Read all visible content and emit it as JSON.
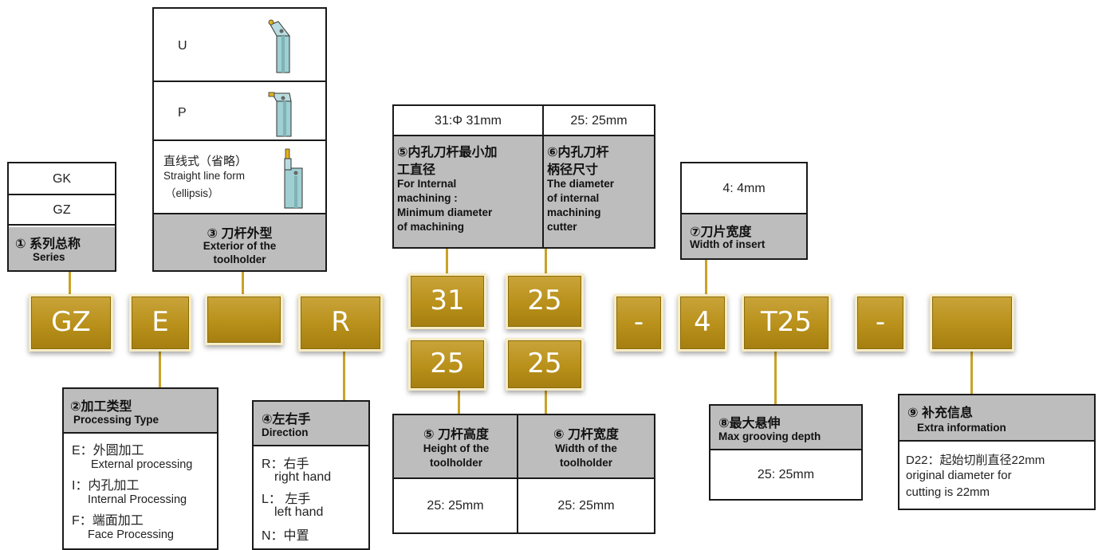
{
  "series": {
    "options": [
      "GK",
      "GZ"
    ],
    "title_cn": "① 系列总称",
    "title_en": "Series"
  },
  "exterior": {
    "options": [
      {
        "label": "U",
        "icon": "u-shape-toolholder-icon"
      },
      {
        "label": "P",
        "icon": "p-shape-toolholder-icon"
      },
      {
        "label_cn": "直线式（省略）",
        "label_en1": "Straight line form",
        "label_en2": "（ellipsis）",
        "icon": "straight-toolholder-icon"
      }
    ],
    "title_cn": "③ 刀杆外型",
    "title_en1": "Exterior of the",
    "title_en2": "toolholder"
  },
  "internal": {
    "min_dia_value": "31:Φ 31mm",
    "shank_value": "25: 25mm",
    "min_dia_cn1": "⑤内孔刀杆最小加",
    "min_dia_cn2": "工直径",
    "min_dia_en1": "For Internal",
    "min_dia_en2": "machining :",
    "min_dia_en3": "Minimum diameter",
    "min_dia_en4": "of machining",
    "shank_cn1": "⑥内孔刀杆",
    "shank_cn2": "柄径尺寸",
    "shank_en1": "The diameter",
    "shank_en2": "of internal",
    "shank_en3": "machining",
    "shank_en4": "cutter"
  },
  "insert_width": {
    "value": "4: 4mm",
    "title_cn": "⑦刀片宽度",
    "title_en": "Width of insert"
  },
  "codes": {
    "gz": "GZ",
    "e": "E",
    "blank1": "",
    "r": "R",
    "n31": "31",
    "n25a": "25",
    "dash1": "-",
    "n4": "4",
    "t25": "T25",
    "dash2": "-",
    "blank2": "",
    "n25b": "25",
    "n25c": "25"
  },
  "processing": {
    "title_cn": "②加工类型",
    "title_en": "Processing Type",
    "items": [
      {
        "cn": "E：外圆加工",
        "en": "External processing"
      },
      {
        "cn": "I：内孔加工",
        "en": "Internal Processing"
      },
      {
        "cn": "F：端面加工",
        "en": "Face Processing"
      }
    ]
  },
  "direction": {
    "title_cn": "④左右手",
    "title_en": "Direction",
    "items": [
      {
        "cn": "R：右手",
        "en": "right hand"
      },
      {
        "cn": "L： 左手",
        "en": "left hand"
      },
      {
        "cn": "N：中置",
        "en": ""
      }
    ]
  },
  "holder": {
    "height_cn": "⑤ 刀杆高度",
    "height_en1": "Height of the",
    "height_en2": "toolholder",
    "width_cn": "⑥ 刀杆宽度",
    "width_en1": "Width of the",
    "width_en2": "toolholder",
    "height_value": "25: 25mm",
    "width_value": "25: 25mm"
  },
  "grooving": {
    "title_cn": "⑧最大悬伸",
    "title_en": "Max grooving depth",
    "value": "25: 25mm"
  },
  "extra": {
    "title_cn": "⑨ 补充信息",
    "title_en": "Extra information",
    "line1": "D22：起始切削直径22mm",
    "line2": "original diameter for",
    "line3": "cutting is 22mm"
  },
  "colors": {
    "gold": "#b8901a",
    "header_gray": "#bdbdbd",
    "connector": "#c9a227"
  }
}
